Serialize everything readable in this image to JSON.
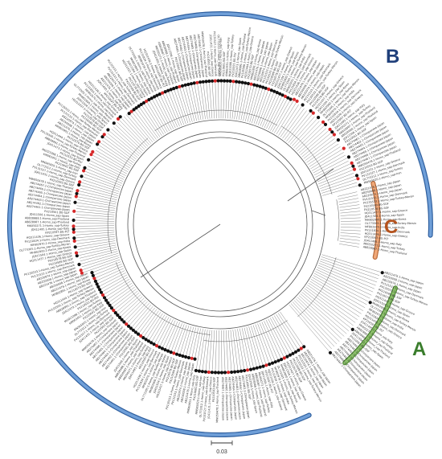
{
  "figure": {
    "type": "circular-phylogenetic-tree",
    "scale_bar_label": "0.03",
    "clades": [
      {
        "id": "A",
        "label": "A",
        "color": "#3a7d2c",
        "arc_color": "#8cc26a",
        "arc_edge": "#4f8a35"
      },
      {
        "id": "B",
        "label": "B",
        "color": "#1f3f7a",
        "arc_color": "#6f9fd8",
        "arc_edge": "#2f5f9e"
      },
      {
        "id": "C",
        "label": "C",
        "color": "#b5531e",
        "arc_color": "#f0a878",
        "arc_edge": "#b86a3a"
      }
    ],
    "marker_colors": {
      "red": "#d62728",
      "black": "#111111"
    },
    "tree_line_color": "#555555",
    "leaf_sample_labels": [
      "AB221476.1-Homo_sap-Japan",
      "AB250008.1-Homo_sap-Japan",
      "AB220974.1-Homo_sap-Japan",
      "PV131533.1-Homo_sap-Denmark",
      "PV135533.1-Homo_sap-Turkey-Mersin",
      "PX210589.BG-SOF",
      "PX210578.BG-SOF",
      "HQ311437.1-Homo_sap-Greece",
      "JQ411504.1-Homo_sap-Spain",
      "MH802900.1-Homo_sap-Korea",
      "OL773305.1-Homo_sap-Turkey-Mersin",
      "MF802970.1-Homo_sap-India",
      "PV131834.1-Homo_sap-Denmark",
      "HQ311436.1-Homo_sap-Greece",
      "KP210597.BG-PLT",
      "JQ411495.1-Homo_sap-Italy",
      "MK050271.1-Homo_sap-Turkey",
      "AB828987.1-Homo_sap-Thailand",
      "AB828988.1-Homo_sap-Thailand",
      "JQ411506.1-Homo_sap-Spain",
      "PX210561.BG-SOF",
      "AB274461.1-Chimpanzee-Japan",
      "AB274462.1-Chimpanzee-Japan",
      "AB274463.1-Chimpanzee-Japan",
      "AB274464.1-Chimpanzee-Japan",
      "AB274465.1-Chimpanzee-Japan",
      "AB274466.1-Chimpanzee-Japan",
      "AB274467.1-Chimpanzee-Japan",
      "MW050478.1-Homo_sap-Thailand",
      "PX210593.BG-SOF",
      "JQ411431.1-Homo_sap-Greece",
      "PV131527.1-Homo_sap-Denmark",
      "OL773312.1-Homo_sap-Turkey",
      "MN565820.1-Homo_sap-Iran",
      "PX210601.BG-SOF",
      "KM063451.1-Homo_sap-Italy",
      "MG023398.1-Homo_sap-Turkey",
      "PX210555.BG-PLV",
      "JQ411473.1-Homo_sap-Spain",
      "AB828991.1-Homo_sap-Thailand",
      "PV135500.1-Homo_sap-Turkey-Mersin",
      "HQ311444.1-Homo_sap-Greece",
      "PX210570.BG-SOF",
      "MH802891.1-Homo_sap-Korea"
    ]
  }
}
